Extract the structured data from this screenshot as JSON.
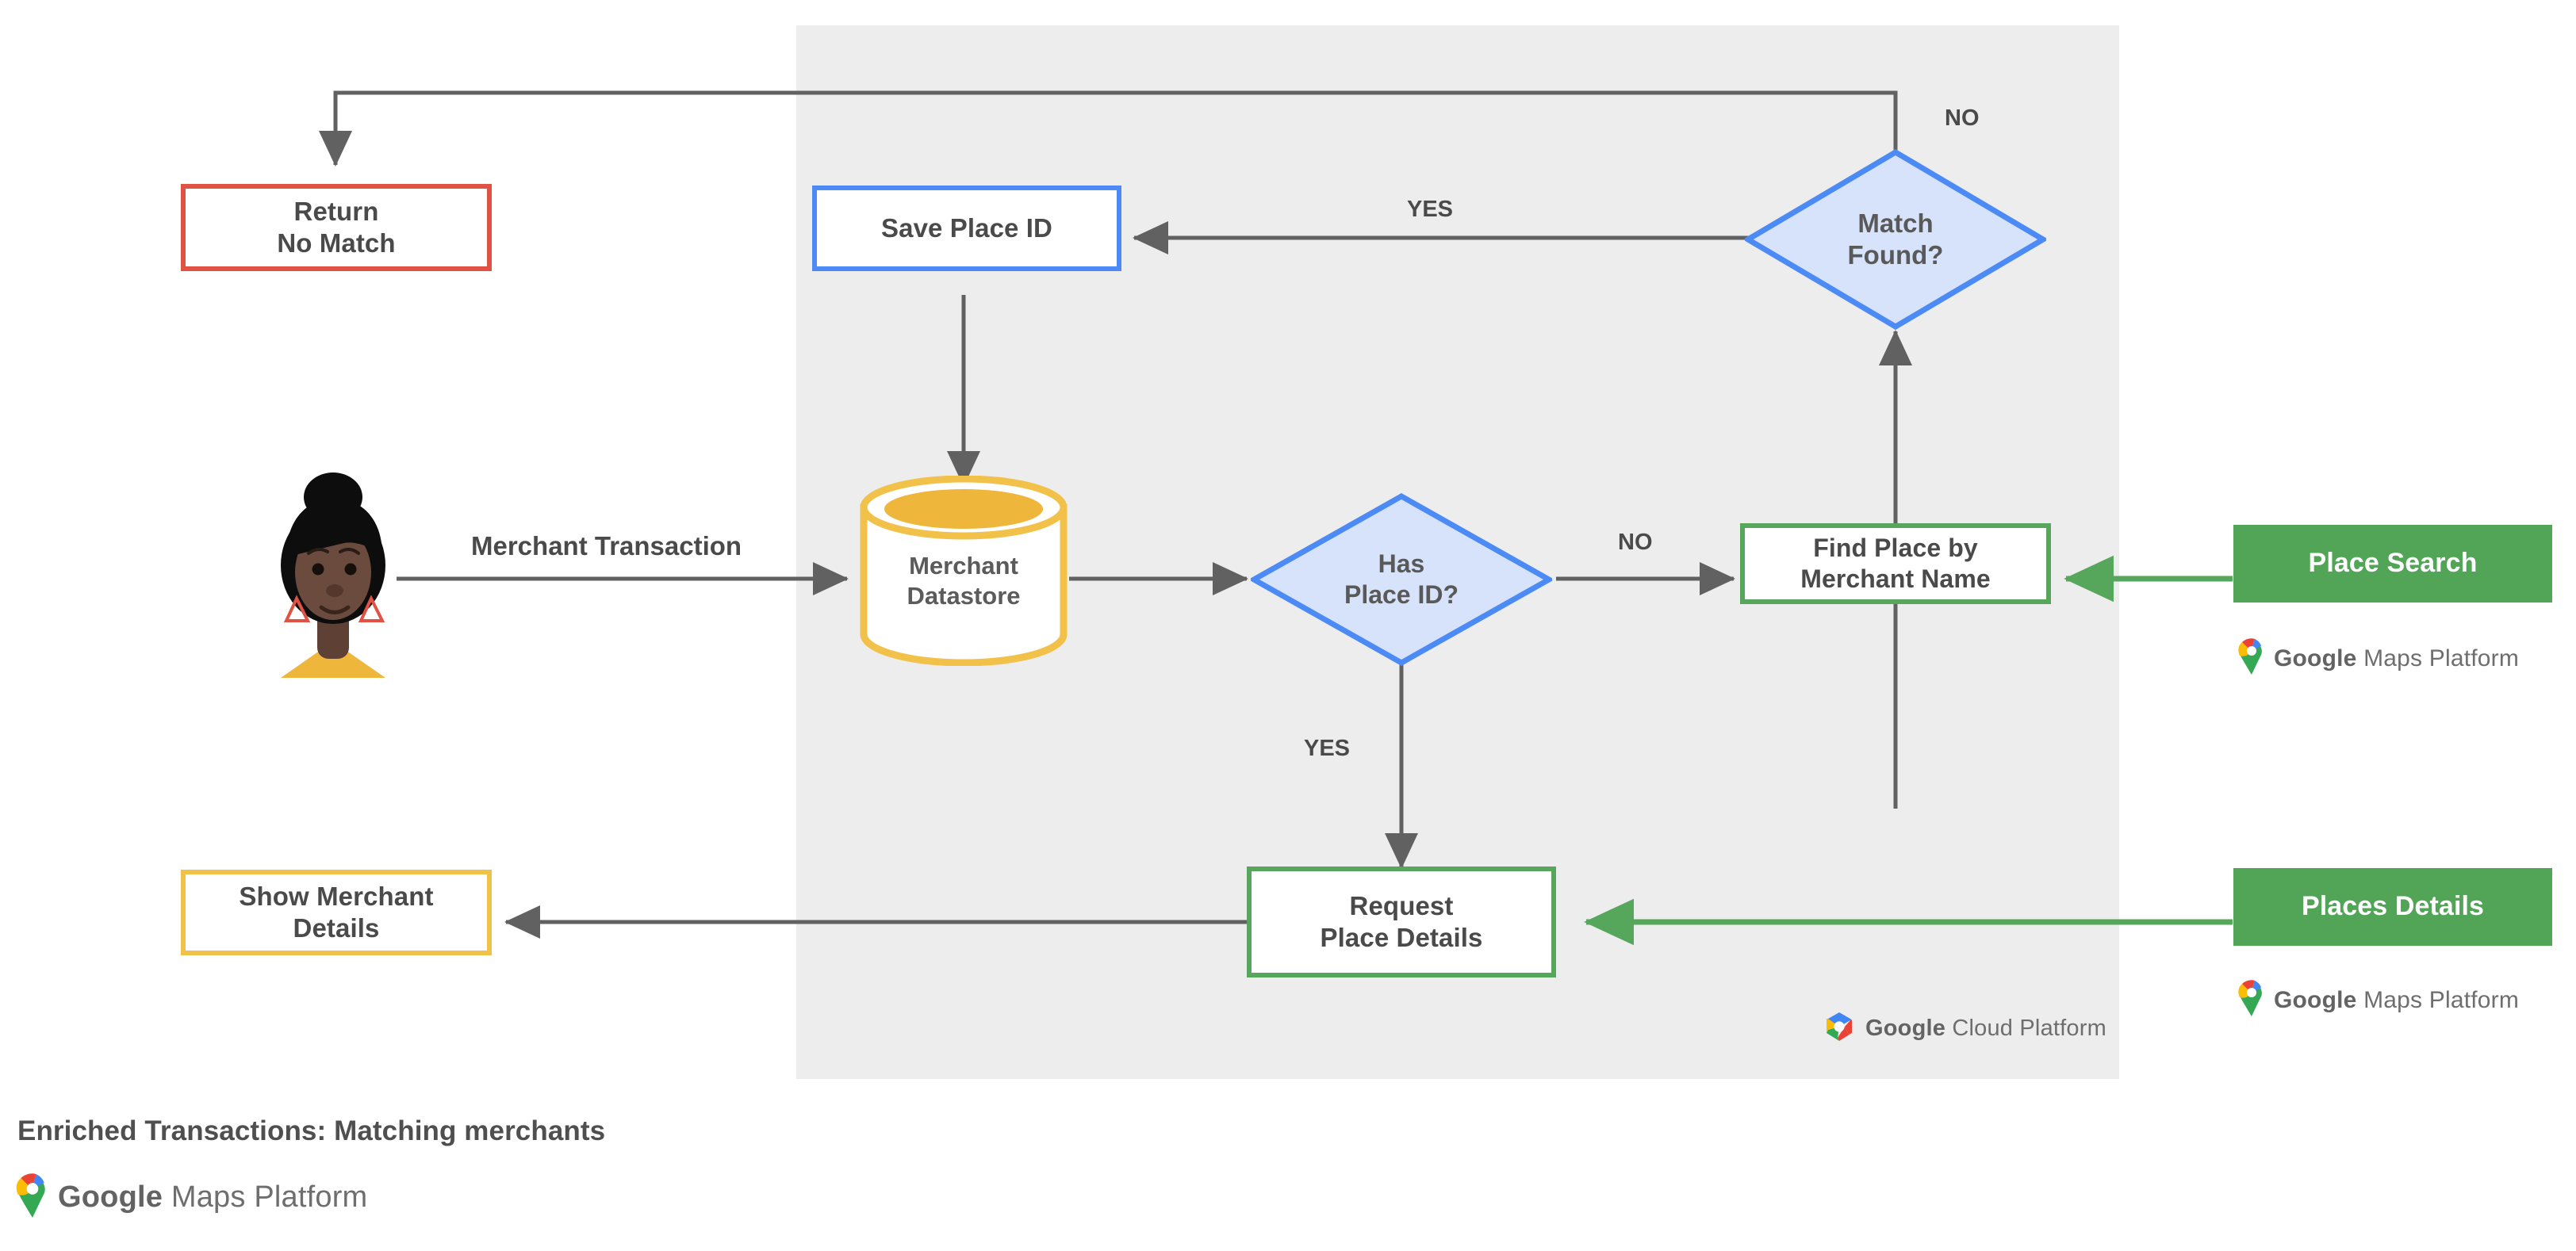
{
  "caption": {
    "title": "Enriched Transactions: Matching merchants",
    "brand_prefix": "Google",
    "brand_suffix": "Maps Platform",
    "logo_icon": "google-maps-pin-icon"
  },
  "panel": {
    "name": "Google Cloud Platform",
    "brand_prefix": "Google",
    "brand_suffix": "Cloud Platform",
    "logo_icon": "google-cloud-hexagon-icon",
    "background": "#ededed"
  },
  "actor": {
    "label": "merchant-customer-avatar",
    "icon": "person-avatar-icon",
    "skin": "#6B4B3E",
    "hair": "#0D0D0D",
    "shirt": "#EFB63C",
    "earring": "#E05243"
  },
  "colors": {
    "red": "#E05243",
    "blue": "#4C8BF5",
    "blue_fill": "#D7E3FB",
    "green": "#56A75B",
    "green_fill": "#52A557",
    "amber": "#F2C14A",
    "amber_fill": "#EFB63C",
    "wire": "#616161",
    "text": "#4a4a4a",
    "panel": "#ededed"
  },
  "nodes": [
    {
      "id": "return-no-match",
      "lines": [
        "Return",
        "No Match"
      ],
      "shape": "rect",
      "style": "red"
    },
    {
      "id": "save-place-id",
      "lines": [
        "Save Place ID"
      ],
      "shape": "rect",
      "style": "blue"
    },
    {
      "id": "match-found",
      "lines": [
        "Match",
        "Found?"
      ],
      "shape": "diamond",
      "style": "blue"
    },
    {
      "id": "merchant-datastore",
      "lines": [
        "Merchant",
        "Datastore"
      ],
      "shape": "cylinder",
      "style": "amber"
    },
    {
      "id": "has-place-id",
      "lines": [
        "Has",
        "Place ID?"
      ],
      "shape": "diamond",
      "style": "blue"
    },
    {
      "id": "find-place",
      "lines": [
        "Find Place by",
        "Merchant Name"
      ],
      "shape": "rect",
      "style": "green"
    },
    {
      "id": "place-search",
      "lines": [
        "Place Search"
      ],
      "shape": "rect",
      "style": "filled-green"
    },
    {
      "id": "request-details",
      "lines": [
        "Request",
        "Place Details"
      ],
      "shape": "rect",
      "style": "green"
    },
    {
      "id": "places-details",
      "lines": [
        "Places Details"
      ],
      "shape": "rect",
      "style": "filled-green"
    },
    {
      "id": "show-merchant",
      "lines": [
        "Show Merchant",
        "Details"
      ],
      "shape": "rect",
      "style": "amber"
    }
  ],
  "edge_labels": [
    {
      "id": "merchant-transaction",
      "text": "Merchant Transaction"
    },
    {
      "id": "has-place-id-no",
      "text": "NO"
    },
    {
      "id": "has-place-id-yes",
      "text": "YES"
    },
    {
      "id": "match-found-yes",
      "text": "YES"
    },
    {
      "id": "match-found-no",
      "text": "NO"
    }
  ],
  "text": {
    "return_no_match_l1": "Return",
    "return_no_match_l2": "No Match",
    "save_place_id": "Save Place ID",
    "match_found_l1": "Match",
    "match_found_l2": "Found?",
    "merchant_datastore_l1": "Merchant",
    "merchant_datastore_l2": "Datastore",
    "has_place_id_l1": "Has",
    "has_place_id_l2": "Place ID?",
    "find_place_l1": "Find Place by",
    "find_place_l2": "Merchant Name",
    "place_search": "Place Search",
    "request_details_l1": "Request",
    "request_details_l2": "Place Details",
    "places_details": "Places Details",
    "show_merchant_l1": "Show Merchant",
    "show_merchant_l2": "Details",
    "lbl_merchant_transaction": "Merchant Transaction",
    "lbl_no_1": "NO",
    "lbl_yes_1": "YES",
    "lbl_yes_2": "YES",
    "lbl_no_2": "NO"
  }
}
